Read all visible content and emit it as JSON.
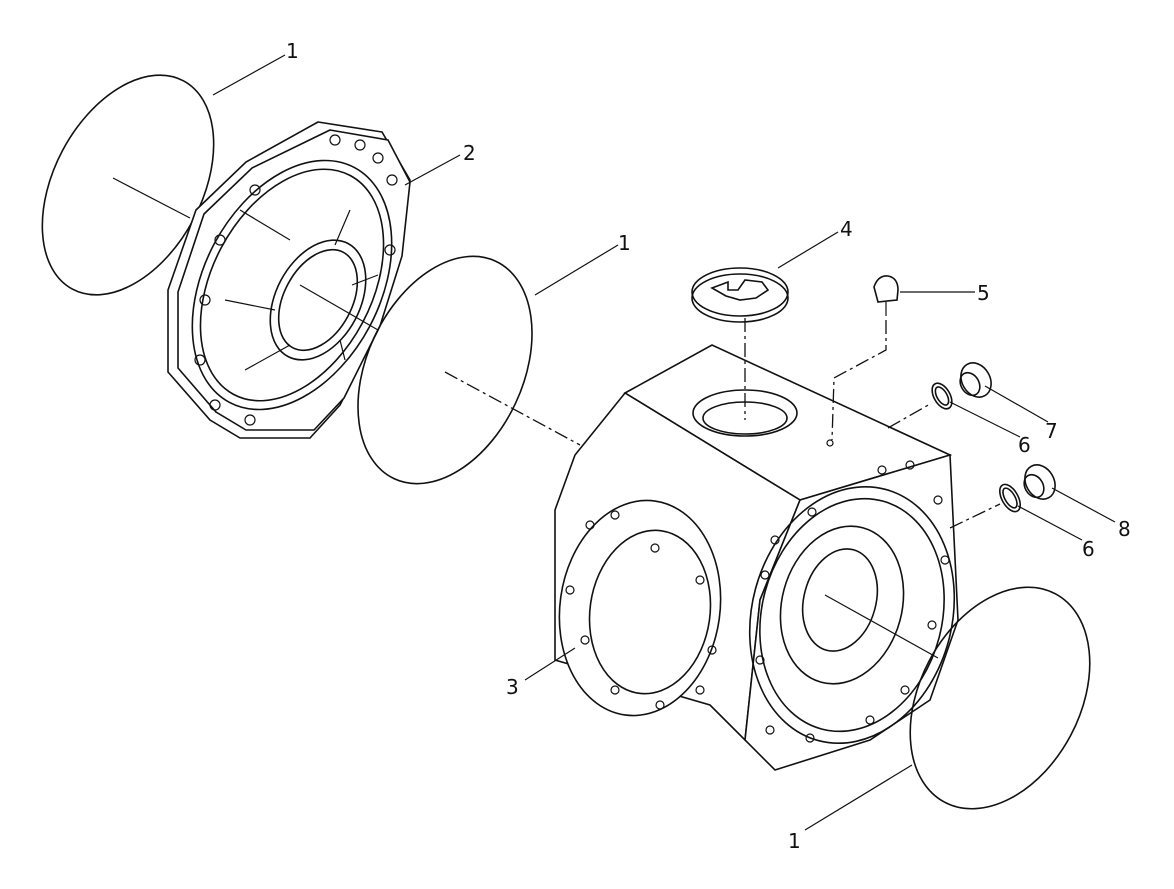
{
  "callouts": {
    "c1a": "1",
    "c2": "2",
    "c1b": "1",
    "c4": "4",
    "c5": "5",
    "c7": "7",
    "c6a": "6",
    "c8": "8",
    "c6b": "6",
    "c3": "3",
    "c1c": "1"
  },
  "colors": {
    "line": "#111111",
    "background": "#ffffff"
  }
}
